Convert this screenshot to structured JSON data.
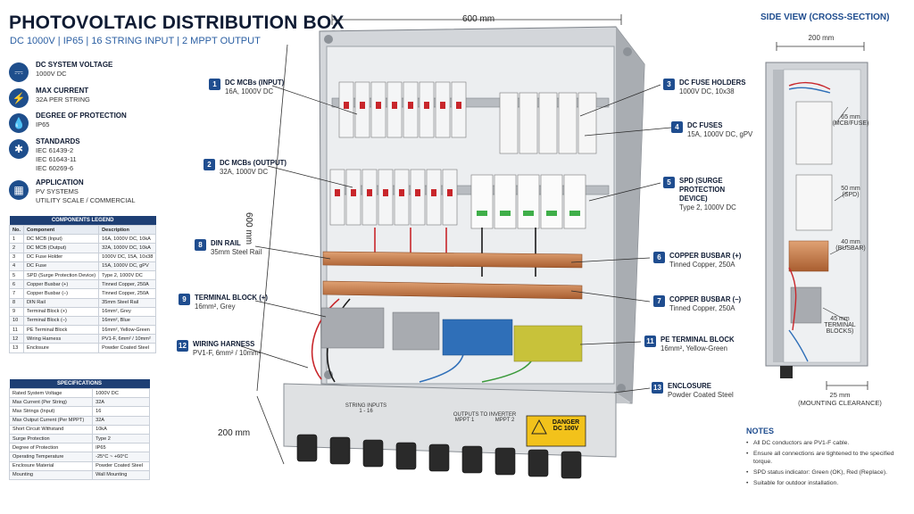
{
  "title": "PHOTOVOLTAIC DISTRIBUTION BOX",
  "subtitle": "DC 1000V | IP65 | 16 STRING INPUT | 2 MPPT OUTPUT",
  "features": [
    {
      "icon": "voltage-icon",
      "glyph": "⎓",
      "title": "DC SYSTEM VOLTAGE",
      "lines": [
        "1000V DC"
      ]
    },
    {
      "icon": "current-icon",
      "glyph": "⚡",
      "title": "MAX CURRENT",
      "lines": [
        "32A PER STRING"
      ]
    },
    {
      "icon": "droplet-icon",
      "glyph": "💧",
      "title": "DEGREE OF PROTECTION",
      "lines": [
        "IP65"
      ]
    },
    {
      "icon": "standards-icon",
      "glyph": "✱",
      "title": "STANDARDS",
      "lines": [
        "IEC 61439-2",
        "IEC 61643-11",
        "IEC 60269-6"
      ]
    },
    {
      "icon": "application-icon",
      "glyph": "▦",
      "title": "APPLICATION",
      "lines": [
        "PV SYSTEMS",
        "UTILITY SCALE / COMMERCIAL"
      ]
    }
  ],
  "legend": {
    "title": "COMPONENTS LEGEND",
    "headers": [
      "No.",
      "Component",
      "Description"
    ],
    "rows": [
      [
        "1",
        "DC MCB (Input)",
        "16A, 1000V DC, 10kA"
      ],
      [
        "2",
        "DC MCB (Output)",
        "32A, 1000V DC, 10kA"
      ],
      [
        "3",
        "DC Fuse Holder",
        "1000V DC, 15A, 10x38"
      ],
      [
        "4",
        "DC Fuse",
        "15A, 1000V DC, gPV"
      ],
      [
        "5",
        "SPD (Surge Protection Device)",
        "Type 2, 1000V DC"
      ],
      [
        "6",
        "Copper Busbar (+)",
        "Tinned Copper, 250A"
      ],
      [
        "7",
        "Copper Busbar (–)",
        "Tinned Copper, 250A"
      ],
      [
        "8",
        "DIN Rail",
        "35mm Steel Rail"
      ],
      [
        "9",
        "Terminal Block (+)",
        "16mm², Grey"
      ],
      [
        "10",
        "Terminal Block (–)",
        "16mm², Blue"
      ],
      [
        "11",
        "PE Terminal Block",
        "16mm², Yellow-Green"
      ],
      [
        "12",
        "Wiring Harness",
        "PV1-F, 6mm² / 10mm²"
      ],
      [
        "13",
        "Enclosure",
        "Powder Coated Steel"
      ]
    ]
  },
  "specs": {
    "title": "SPECIFICATIONS",
    "rows": [
      [
        "Rated System Voltage",
        "1000V DC"
      ],
      [
        "Max Current (Per String)",
        "32A"
      ],
      [
        "Max Strings (Input)",
        "16"
      ],
      [
        "Max Output Current (Per MPPT)",
        "32A"
      ],
      [
        "Short Circuit Withstand",
        "10kA"
      ],
      [
        "Surge Protection",
        "Type 2"
      ],
      [
        "Degree of Protection",
        "IP65"
      ],
      [
        "Operating Temperature",
        "-25°C ~ +60°C"
      ],
      [
        "Enclosure Material",
        "Powder Coated Steel"
      ],
      [
        "Mounting",
        "Wall Mounting"
      ]
    ]
  },
  "dimensions": {
    "width": "600 mm",
    "height": "600 mm",
    "depth": "200 mm"
  },
  "callouts": [
    {
      "num": "1",
      "title": "DC MCBs (INPUT)",
      "desc": "16A, 1000V DC"
    },
    {
      "num": "2",
      "title": "DC MCBs (OUTPUT)",
      "desc": "32A, 1000V DC"
    },
    {
      "num": "3",
      "title": "DC FUSE HOLDERS",
      "desc": "1000V DC, 10x38"
    },
    {
      "num": "4",
      "title": "DC FUSES",
      "desc": "15A, 1000V DC, gPV"
    },
    {
      "num": "5",
      "title": "SPD (SURGE PROTECTION DEVICE)",
      "desc": "Type 2, 1000V DC"
    },
    {
      "num": "6",
      "title": "COPPER BUSBAR (+)",
      "desc": "Tinned Copper, 250A"
    },
    {
      "num": "7",
      "title": "COPPER BUSBAR (–)",
      "desc": "Tinned Copper, 250A"
    },
    {
      "num": "8",
      "title": "DIN RAIL",
      "desc": "35mm Steel Rail"
    },
    {
      "num": "9",
      "title": "TERMINAL BLOCK (+)",
      "desc": "16mm², Grey"
    },
    {
      "num": "11",
      "title": "PE TERMINAL BLOCK",
      "desc": "16mm², Yellow-Green"
    },
    {
      "num": "12",
      "title": "WIRING HARNESS",
      "desc": "PV1-F, 6mm² / 10mm²"
    },
    {
      "num": "13",
      "title": "ENCLOSURE",
      "desc": "Powder Coated Steel"
    }
  ],
  "panel": {
    "string_inputs": "STRING INPUTS",
    "string_range": "1 - 16",
    "outputs": "OUTPUTS TO INVERTER",
    "mppt1": "MPPT 1",
    "mppt2": "MPPT 2",
    "danger": "DANGER",
    "danger_voltage": "DC 100V"
  },
  "side_view": {
    "title": "SIDE VIEW (CROSS-SECTION)",
    "width": "200 mm",
    "labels": [
      {
        "value": "65 mm",
        "caption": "(MCB/FUSE)"
      },
      {
        "value": "50 mm",
        "caption": "(SPD)"
      },
      {
        "value": "40 mm",
        "caption": "(BUSBAR)"
      },
      {
        "value": "45 mm",
        "caption": "TERMINAL BLOCKS)"
      }
    ],
    "clearance": "25 mm",
    "clearance_caption": "(MOUNTING CLEARANCE)"
  },
  "notes": {
    "title": "NOTES",
    "items": [
      "All DC conductors are PV1-F cable.",
      "Ensure all connections are tightened to the specified torque.",
      "SPD status indicator: Green (OK), Red (Replace).",
      "Suitable for outdoor installation."
    ]
  },
  "colors": {
    "accent": "#1f4d8f",
    "dark": "#0f1b33",
    "copper": "#c77a45",
    "grey_block": "#a8abb0",
    "blue_block": "#2f6fb8",
    "pe_block": "#c8c23a",
    "danger": "#f2c21b"
  }
}
